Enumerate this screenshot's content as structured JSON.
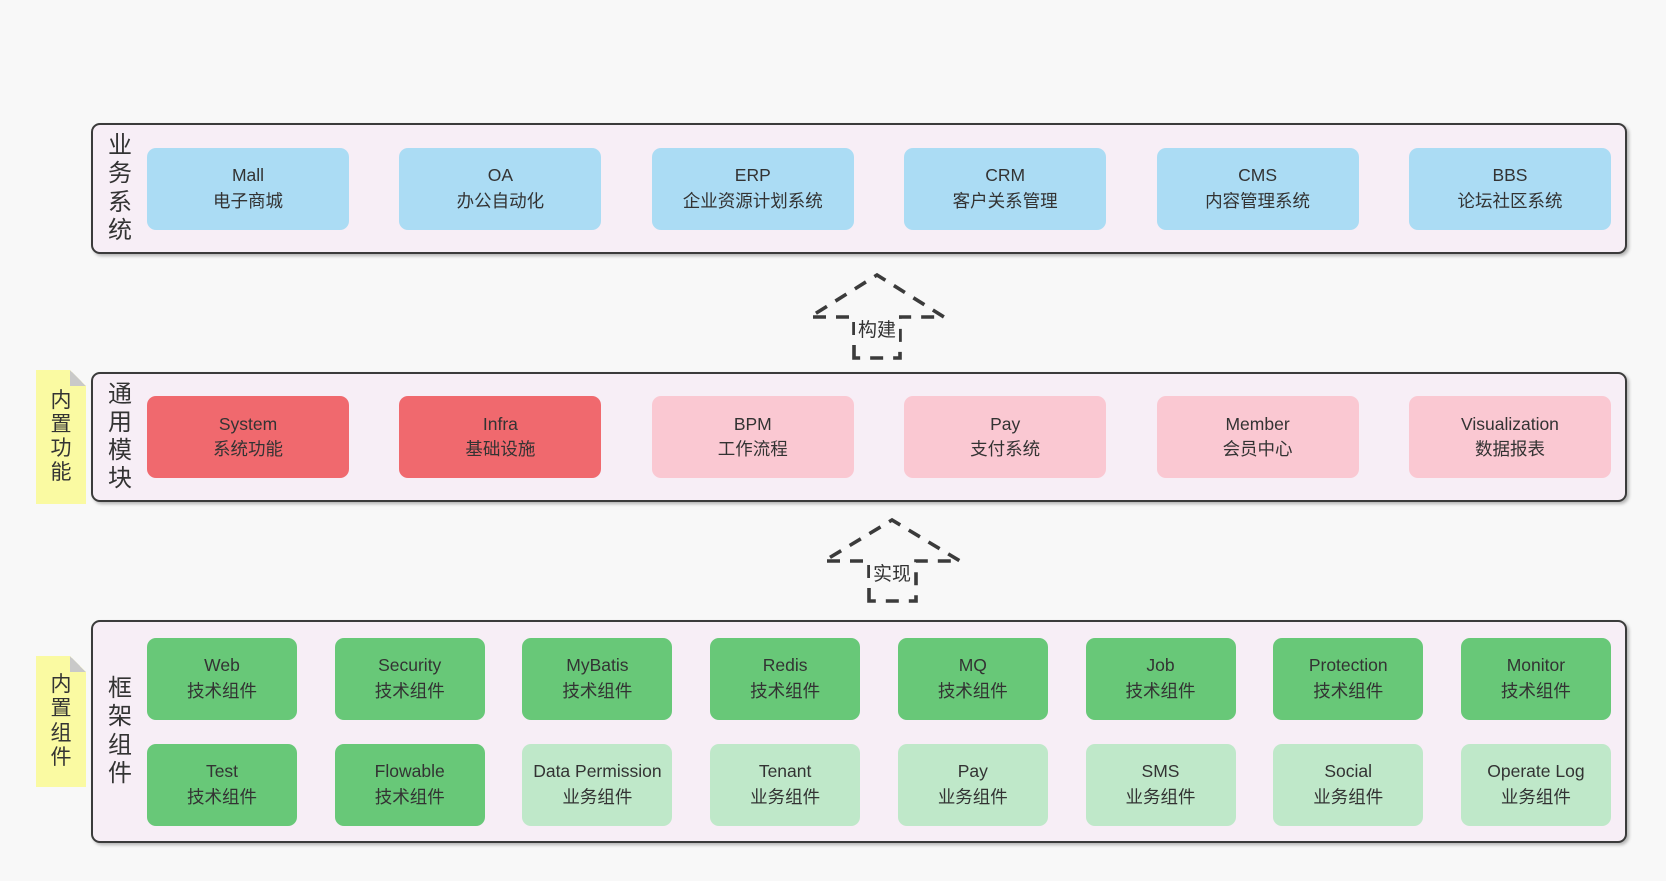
{
  "palette": {
    "page_bg": "#f8f8f8",
    "section_bg": "#f7eef6",
    "section_border": "#3b3b3b",
    "blue": "#abdcf4",
    "red": "#f0696e",
    "pink": "#fac8d2",
    "green": "#68c878",
    "light_green": "#bfe8c9",
    "sticky_yellow": "#fafaa2",
    "sticky_fold": "#c9c9c9",
    "text": "#333333",
    "arrow": "#3b3b3b"
  },
  "sections": [
    {
      "id": "business",
      "label": "业务系统",
      "boxes": [
        {
          "title": "Mall",
          "subtitle": "电子商城",
          "variant": "blue"
        },
        {
          "title": "OA",
          "subtitle": "办公自动化",
          "variant": "blue"
        },
        {
          "title": "ERP",
          "subtitle": "企业资源计划系统",
          "variant": "blue"
        },
        {
          "title": "CRM",
          "subtitle": "客户关系管理",
          "variant": "blue"
        },
        {
          "title": "CMS",
          "subtitle": "内容管理系统",
          "variant": "blue"
        },
        {
          "title": "BBS",
          "subtitle": "论坛社区系统",
          "variant": "blue"
        }
      ]
    },
    {
      "id": "modules",
      "label": "通用模块",
      "sticky": "内置功能",
      "boxes": [
        {
          "title": "System",
          "subtitle": "系统功能",
          "variant": "red"
        },
        {
          "title": "Infra",
          "subtitle": "基础设施",
          "variant": "red"
        },
        {
          "title": "BPM",
          "subtitle": "工作流程",
          "variant": "pink"
        },
        {
          "title": "Pay",
          "subtitle": "支付系统",
          "variant": "pink"
        },
        {
          "title": "Member",
          "subtitle": "会员中心",
          "variant": "pink"
        },
        {
          "title": "Visualization",
          "subtitle": "数据报表",
          "variant": "pink"
        }
      ]
    },
    {
      "id": "components",
      "label": "框架组件",
      "sticky": "内置组件",
      "rows": [
        [
          {
            "title": "Web",
            "subtitle": "技术组件",
            "variant": "green"
          },
          {
            "title": "Security",
            "subtitle": "技术组件",
            "variant": "green"
          },
          {
            "title": "MyBatis",
            "subtitle": "技术组件",
            "variant": "green"
          },
          {
            "title": "Redis",
            "subtitle": "技术组件",
            "variant": "green"
          },
          {
            "title": "MQ",
            "subtitle": "技术组件",
            "variant": "green"
          },
          {
            "title": "Job",
            "subtitle": "技术组件",
            "variant": "green"
          },
          {
            "title": "Protection",
            "subtitle": "技术组件",
            "variant": "green"
          },
          {
            "title": "Monitor",
            "subtitle": "技术组件",
            "variant": "green"
          }
        ],
        [
          {
            "title": "Test",
            "subtitle": "技术组件",
            "variant": "green"
          },
          {
            "title": "Flowable",
            "subtitle": "技术组件",
            "variant": "green"
          },
          {
            "title": "Data Permission",
            "subtitle": "业务组件",
            "variant": "lightgreen"
          },
          {
            "title": "Tenant",
            "subtitle": "业务组件",
            "variant": "lightgreen"
          },
          {
            "title": "Pay",
            "subtitle": "业务组件",
            "variant": "lightgreen"
          },
          {
            "title": "SMS",
            "subtitle": "业务组件",
            "variant": "lightgreen"
          },
          {
            "title": "Social",
            "subtitle": "业务组件",
            "variant": "lightgreen"
          },
          {
            "title": "Operate Log",
            "subtitle": "业务组件",
            "variant": "lightgreen"
          }
        ]
      ]
    }
  ],
  "arrows": [
    {
      "label": "构建"
    },
    {
      "label": "实现"
    }
  ]
}
